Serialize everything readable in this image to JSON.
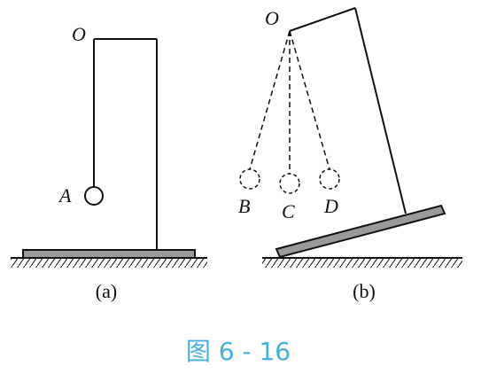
{
  "diagram": {
    "panel_a": {
      "label": "(a)",
      "point_o": "O",
      "point_a": "A"
    },
    "panel_b": {
      "label": "(b)",
      "point_o": "O",
      "point_b": "B",
      "point_c": "C",
      "point_d": "D"
    },
    "caption": "图 6 - 16"
  },
  "colors": {
    "stroke": "#111111",
    "base_fill": "#9a9a9a",
    "caption": "#47aee0"
  }
}
